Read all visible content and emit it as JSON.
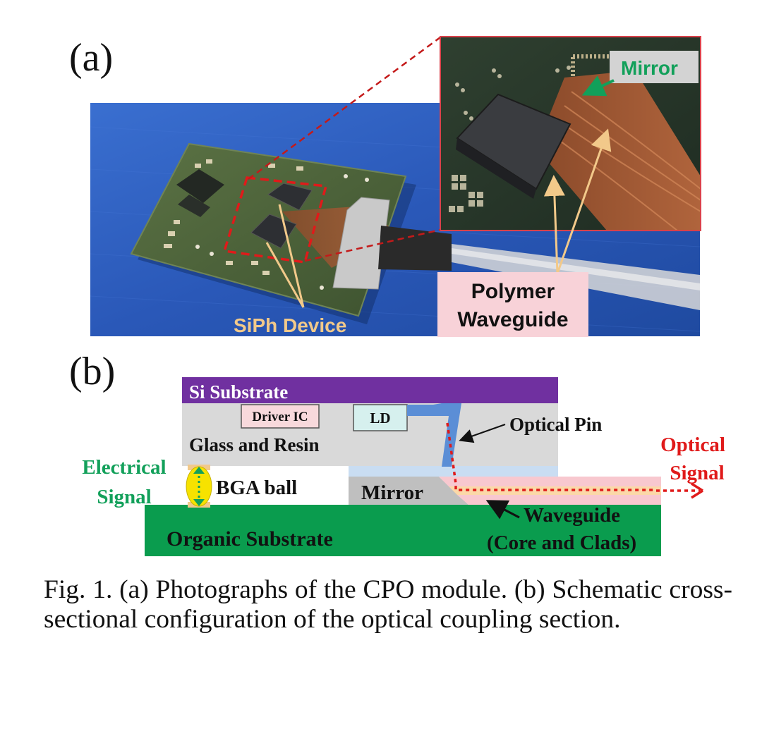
{
  "panel_a": {
    "label": "(a)",
    "callouts": {
      "mirror": "Mirror",
      "siph_device": "SiPh Device",
      "polymer_line1": "Polymer",
      "polymer_line2": "Waveguide"
    }
  },
  "panel_b": {
    "label": "(b)",
    "layers": {
      "si_substrate": "Si Substrate",
      "driver_ic": "Driver IC",
      "ld": "LD",
      "glass_resin": "Glass and Resin",
      "optical_pin": "Optical Pin",
      "bga_ball": "BGA ball",
      "mirror": "Mirror",
      "organic_substrate": "Organic Substrate",
      "waveguide_line1": "Waveguide",
      "waveguide_line2": "(Core and Clads)"
    },
    "signals": {
      "electrical_line1": "Electrical",
      "electrical_line2": "Signal",
      "optical_line1": "Optical",
      "optical_line2": "Signal"
    }
  },
  "caption": "Fig. 1. (a) Photographs of the CPO module. (b) Schematic cross-sectional configuration of the optical coupling section.",
  "colors": {
    "si_substrate": "#7030a0",
    "glass_resin": "#d9d9d9",
    "organic_substrate": "#0a9c4e",
    "optical_red": "#e01a1a",
    "electrical_green": "#12a05a",
    "callout_tan": "#f2c98a"
  }
}
